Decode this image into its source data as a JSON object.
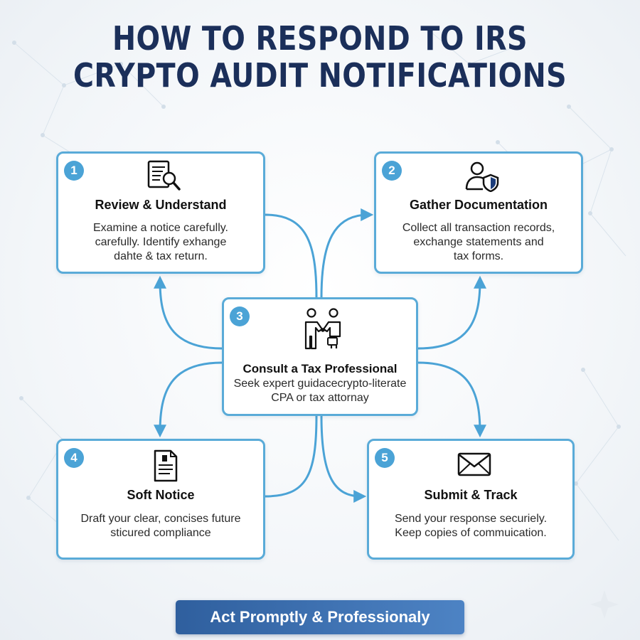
{
  "title": {
    "line1": "HOW TO RESPOND TO IRS",
    "line2": "CRYPTO AUDIT NOTIFICATIONS"
  },
  "steps": [
    {
      "number": "1",
      "icon": "document-search-icon",
      "title": "Review & Understand",
      "text": [
        "Examine a notice carefully.",
        "carefully. Identify exhange",
        "dahte & tax return."
      ]
    },
    {
      "number": "2",
      "icon": "user-shield-icon",
      "title": "Gather Documentation",
      "text": [
        "Collect all transaction records,",
        "exchange statements and",
        "tax forms."
      ]
    },
    {
      "number": "3",
      "icon": "handshake-icon",
      "title": "Consult a Tax Professional",
      "text": [
        "Seek expert guidacecrypto-literate",
        "CPA or tax attornay"
      ]
    },
    {
      "number": "4",
      "icon": "notice-document-icon",
      "title": "Soft Notice",
      "text": [
        "Draft your clear, concises future",
        "sticured compliance"
      ]
    },
    {
      "number": "5",
      "icon": "envelope-icon",
      "title": "Submit & Track",
      "text": [
        "Send your response securiely.",
        "Keep copies of commuication."
      ]
    }
  ],
  "cta": {
    "label": "Act Promptly & Professionaly"
  },
  "colors": {
    "card_border": "#5aabd8",
    "badge": "#4ba3d6",
    "title": "#1b2f5a",
    "cta_start": "#2f5f9e",
    "cta_end": "#4d83c4"
  }
}
